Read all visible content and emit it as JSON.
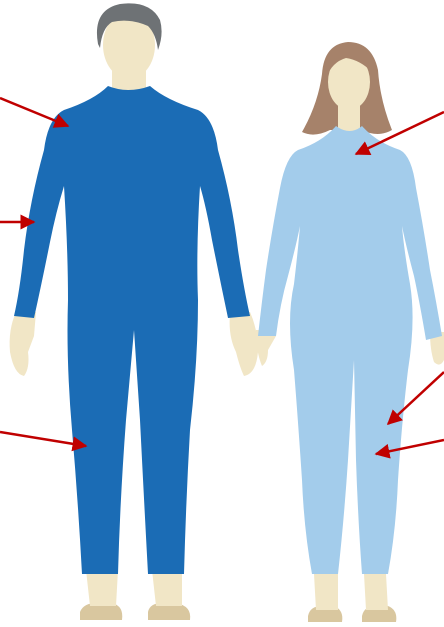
{
  "figures": [
    {
      "id": "man",
      "suit_color": "#1b6cb5",
      "hair_color": "#6e7275",
      "skin_color": "#f1e6c6",
      "shoe_color": "#d9c79f"
    },
    {
      "id": "woman",
      "suit_color": "#a3cceb",
      "hair_color": "#a6826a",
      "skin_color": "#f1e6c6",
      "shoe_color": "#d9c79f"
    }
  ],
  "arrow_color": "#c00000",
  "arrows": [
    {
      "target": "man-neck"
    },
    {
      "target": "man-upper-arm"
    },
    {
      "target": "man-thigh"
    },
    {
      "target": "woman-neck"
    },
    {
      "target": "woman-knee"
    },
    {
      "target": "woman-shin"
    }
  ]
}
